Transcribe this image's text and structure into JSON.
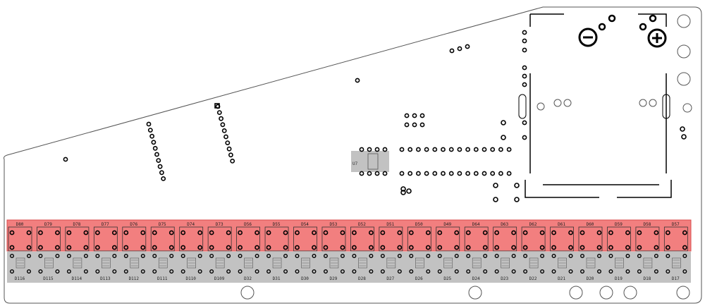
{
  "board": {
    "outline_color": "#555555",
    "pad_color": "#000000",
    "highlight_red": "#f27f7f",
    "highlight_red_stroke": "#d94c4c",
    "highlight_gray": "#c2c2c2"
  },
  "battery": {
    "minus_symbol": "⊖",
    "plus_symbol": "⊕"
  },
  "chip": {
    "label": "U7"
  },
  "top_row_labels": [
    "D80",
    "D79",
    "D78",
    "D77",
    "D76",
    "D75",
    "D74",
    "D73",
    "D56",
    "D55",
    "D54",
    "D53",
    "D52",
    "D51",
    "D50",
    "D49",
    "D64",
    "D63",
    "D62",
    "D61",
    "D60",
    "D59",
    "D58",
    "D57"
  ],
  "bottom_row_labels": [
    "D116",
    "D115",
    "D114",
    "D113",
    "D112",
    "D111",
    "D110",
    "D109",
    "D32",
    "D31",
    "D30",
    "D29",
    "D28",
    "D27",
    "D26",
    "D25",
    "D24",
    "D23",
    "D22",
    "D21",
    "D20",
    "D19",
    "D18",
    "D17"
  ]
}
